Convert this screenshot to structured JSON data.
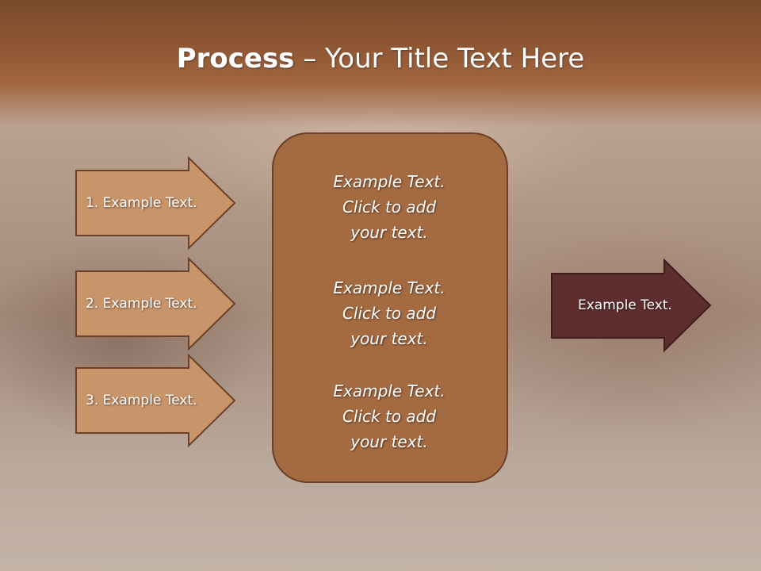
{
  "slide": {
    "title_bold": "Process",
    "title_rest": " – Your Title Text Here"
  },
  "left_arrows": [
    {
      "label": "1. Example Text."
    },
    {
      "label": "2. Example Text."
    },
    {
      "label": "3. Example Text."
    }
  ],
  "center_box": {
    "blocks": [
      {
        "line1": "Example Text.",
        "line2": "Click  to add",
        "line3": "your text."
      },
      {
        "line1": "Example Text.",
        "line2": "Click  to add",
        "line3": "your text."
      },
      {
        "line1": "Example Text.",
        "line2": "Click  to add",
        "line3": "your text."
      }
    ]
  },
  "right_arrow": {
    "label": "Example Text."
  },
  "colors": {
    "header": "#8e5634",
    "arrow_fill": "#c8946a",
    "arrow_border": "#6b4128",
    "box_fill": "#a46a40",
    "box_border": "#6b4128",
    "right_arrow_fill": "#5e2e2e"
  }
}
